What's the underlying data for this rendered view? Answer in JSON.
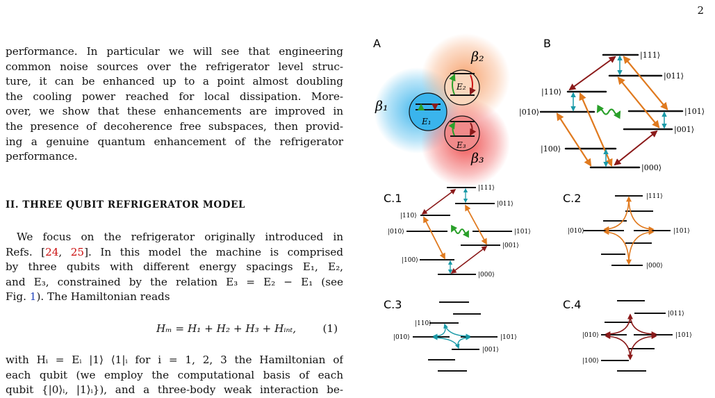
{
  "page_number": "2",
  "paragraph1_lines": [
    "performance. In particular we will see that engineering",
    "common noise sources over the refrigerator level struc-",
    "ture, it can be enhanced up to a point almost doubling",
    "the cooling power reached for local dissipation. More-",
    "over, we show that these enhancements are improved in",
    "the presence of decoherence free subspaces, then provid-",
    "ing a genuine quantum enhancement of the refrigerator",
    "performance."
  ],
  "section_heading": "II.   THREE QUBIT REFRIGERATOR MODEL",
  "paragraph2": {
    "l1": "We focus on the refrigerator originally introduced in",
    "l2_pre": "Refs. [",
    "ref1": "24",
    "l2_mid": ", ",
    "ref2": "25",
    "l2_post": "]. In this model the machine is comprised",
    "l3": "by three qubits with different energy spacings E₁, E₂,",
    "l4": "and E₃, constrained by the relation E₃ = E₂ − E₁ (see",
    "l5_pre": "Fig. ",
    "figref": "1",
    "l5_post": "). The Hamiltonian reads"
  },
  "equation": {
    "body": "Hₘ = H₁ + H₂ + H₃ + Hᵢₙₜ,",
    "number": "(1)"
  },
  "paragraph3_lines": [
    "with Hᵢ = Eᵢ |1⟩ ⟨1|ᵢ for i = 1, 2, 3 the Hamiltonian of",
    "each qubit (we employ the computational basis of each",
    "qubit {|0⟩ᵢ, |1⟩ᵢ}), and a three-body weak interaction be-"
  ],
  "figure": {
    "panel_labels": [
      "A",
      "B",
      "C.1",
      "C.2",
      "C.3",
      "C.4"
    ],
    "panelA": {
      "betas": [
        "β₁",
        "β₂",
        "β₃"
      ],
      "qubits": [
        "E₁",
        "E₂",
        "E₃"
      ],
      "colors": {
        "blue": "#3ab4ec",
        "orange": "#f7a06a",
        "red": "#ee4a4a"
      }
    },
    "kets": {
      "k111": "|111⟩",
      "k011": "|011⟩",
      "k110": "|110⟩",
      "k010": "|010⟩",
      "k101": "|101⟩",
      "k001": "|001⟩",
      "k100": "|100⟩",
      "k000": "|000⟩"
    },
    "arrow_colors": {
      "orange": "#e07a1f",
      "darkred": "#8b1a1a",
      "teal": "#1a9aa8",
      "green": "#2aa02a"
    }
  }
}
